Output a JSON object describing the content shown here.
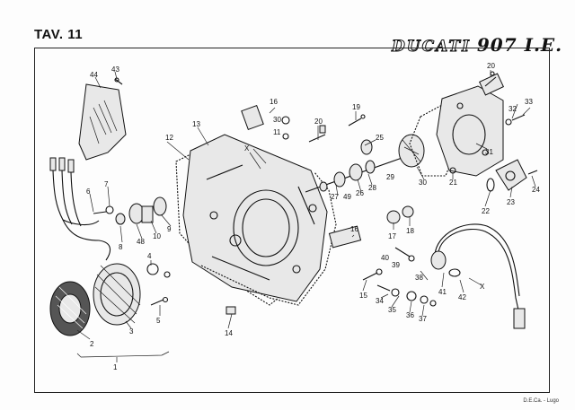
{
  "header": {
    "plate_label": "TAV. 11",
    "brand_name": "DUCATI",
    "model_name": "907 I.E."
  },
  "footer": {
    "credit": "D.E.Ca. - Lugo"
  },
  "callouts": {
    "c1": "1",
    "c2": "2",
    "c3": "3",
    "c4": "4",
    "c5": "5",
    "c6": "6",
    "c7": "7",
    "c8": "8",
    "c9": "9",
    "c10": "10",
    "c11": "11",
    "c12": "12",
    "c13": "13",
    "c14": "14",
    "c15": "15",
    "c16a": "16",
    "c16b": "16",
    "c17": "17",
    "c18": "18",
    "c19": "19",
    "c20a": "20",
    "c20b": "20",
    "c21": "21",
    "c22": "22",
    "c23": "23",
    "c24": "24",
    "c25": "25",
    "c26": "26",
    "c27": "27",
    "c28": "28",
    "c29": "29",
    "c30a": "30",
    "c30b": "30",
    "c31": "31",
    "c32": "32",
    "c33": "33",
    "c34": "34",
    "c35": "35",
    "c36": "36",
    "c37": "37",
    "c38": "38",
    "c39": "39",
    "c40": "40",
    "c41": "41",
    "c42": "42",
    "c43": "43",
    "c44": "44",
    "c48": "48",
    "c49": "49",
    "cX1": "X",
    "cX2": "X"
  },
  "colors": {
    "ink": "#111111",
    "paper": "#fdfdfd"
  }
}
